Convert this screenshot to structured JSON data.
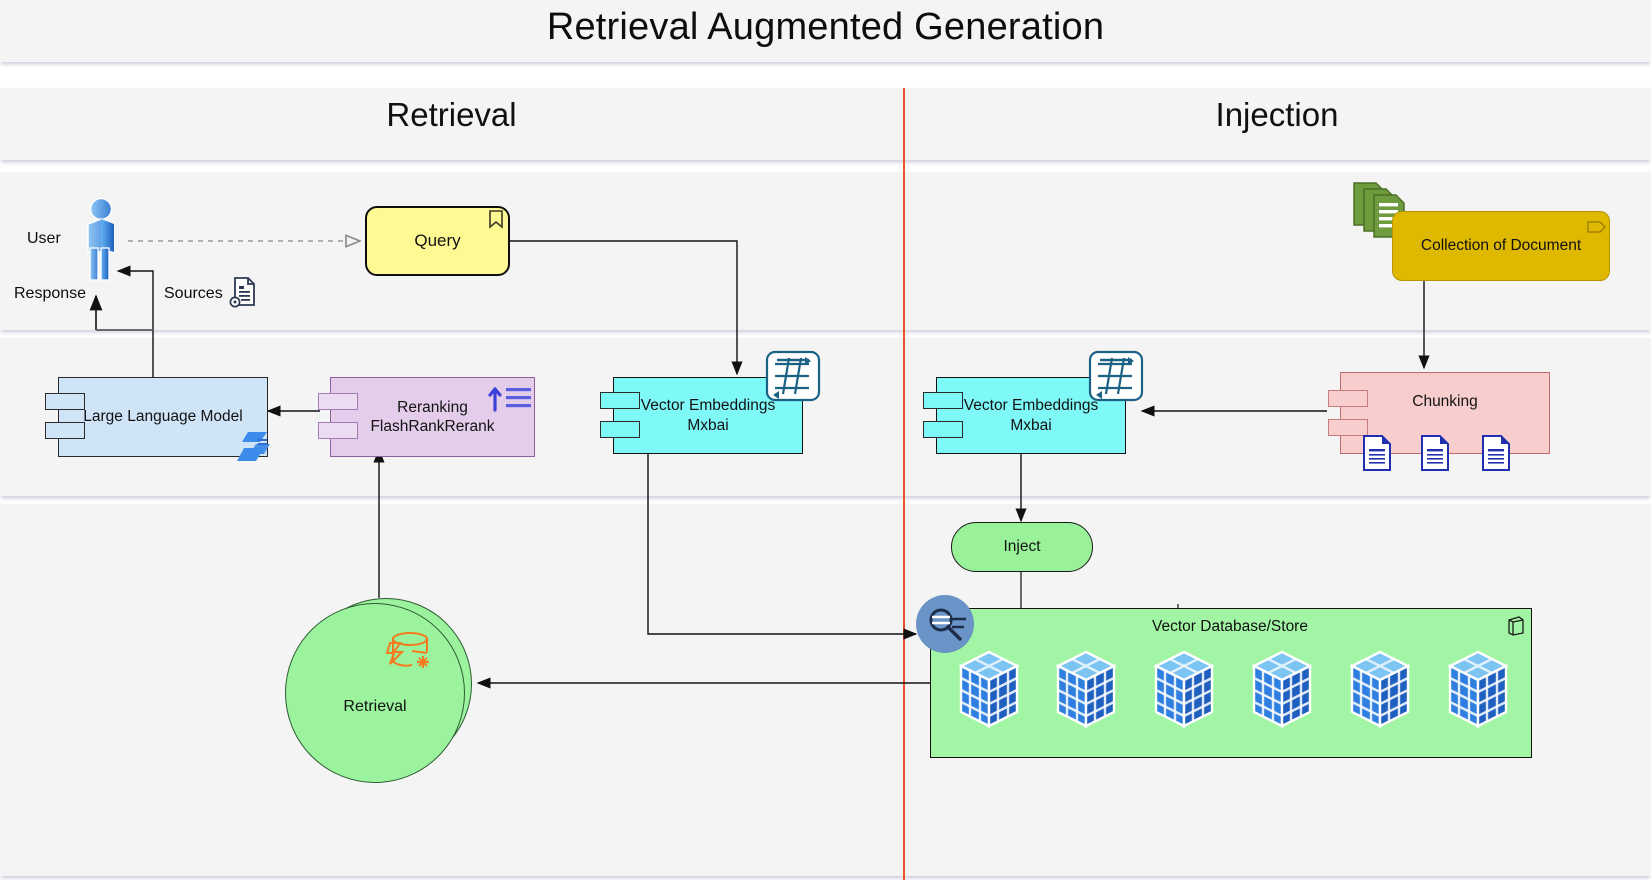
{
  "diagram": {
    "title": "Retrieval Augmented Generation",
    "phases": [
      {
        "id": "retrieval",
        "label": "Retrieval"
      },
      {
        "id": "injection",
        "label": "Injection"
      }
    ],
    "divider_color": "#e8512a",
    "nodes": {
      "user": {
        "label": "User",
        "icon": "user-person-icon"
      },
      "response": {
        "label": "Response"
      },
      "sources": {
        "label": "Sources",
        "icon": "document-gear-icon"
      },
      "query": {
        "label": "Query",
        "icon": "bookmark-icon",
        "color": "#fff994"
      },
      "llm": {
        "label": "Large Language Model",
        "icon": "azure-openai-icon",
        "color": "#cfe4f7"
      },
      "reranking": {
        "label_line1": "Reranking",
        "label_line2": "FlashRankRerank",
        "icon": "sort-ascending-icon",
        "color": "#e3cdea"
      },
      "vector_embeddings_left": {
        "label_line1": "Vector Embeddings",
        "label_line2": "Mxbai",
        "icon": "embedding-grid-icon",
        "color": "#7ff8f8"
      },
      "vector_embeddings_right": {
        "label_line1": "Vector Embeddings",
        "label_line2": "Mxbai",
        "icon": "embedding-grid-icon",
        "color": "#7ff8f8"
      },
      "collection": {
        "label": "Collection of Document",
        "icon": "stacked-documents-icon",
        "color": "#dfb800"
      },
      "chunking": {
        "label": "Chunking",
        "icon": "document-chunk-icon",
        "color": "#f8cdcd"
      },
      "inject": {
        "label": "Inject",
        "color": "#99f29a"
      },
      "vector_db": {
        "label": "Vector Database/Store",
        "icon": "database-cube-icon",
        "color": "#a2f5a4",
        "cube_count": 6
      },
      "retrieval_circle": {
        "label": "Retrieval",
        "icon": "search-database-icon",
        "color": "#9cf39e"
      },
      "search_badge": {
        "icon": "magnifier-search-icon",
        "color": "#6a93c8"
      }
    }
  }
}
